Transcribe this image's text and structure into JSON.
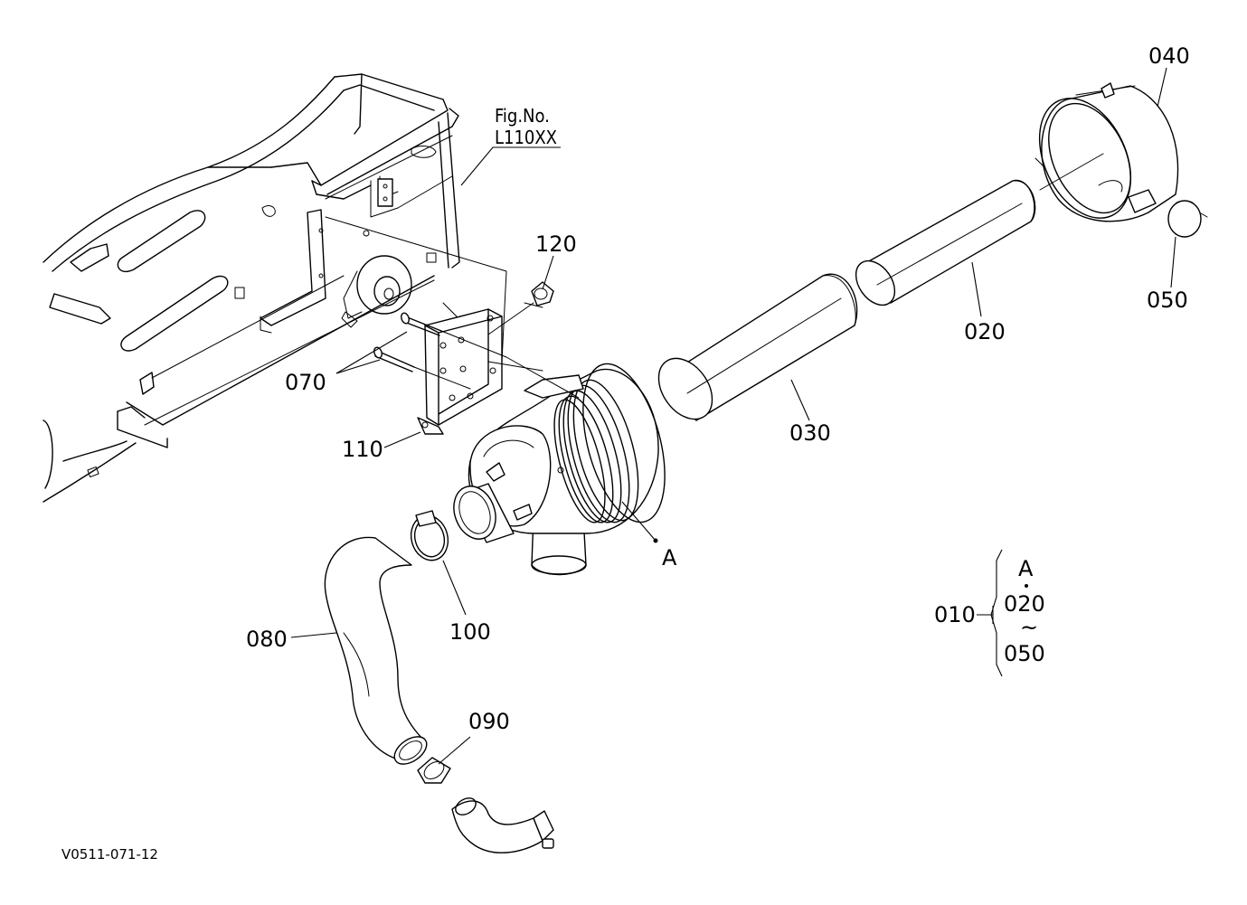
{
  "figure_ref": {
    "line1": "Fig.No.",
    "line2": "L110XX"
  },
  "drawing_code": "V0511-071-12",
  "callouts": {
    "p010": "010",
    "p020": "020",
    "p030": "030",
    "p040": "040",
    "p050": "050",
    "p070": "070",
    "p080": "080",
    "p090": "090",
    "p100": "100",
    "p110": "110",
    "p120": "120",
    "pA": "A"
  },
  "assembly_note": {
    "ref": "010",
    "top": "A",
    "from": "020",
    "tilde": "~",
    "to": "050"
  }
}
